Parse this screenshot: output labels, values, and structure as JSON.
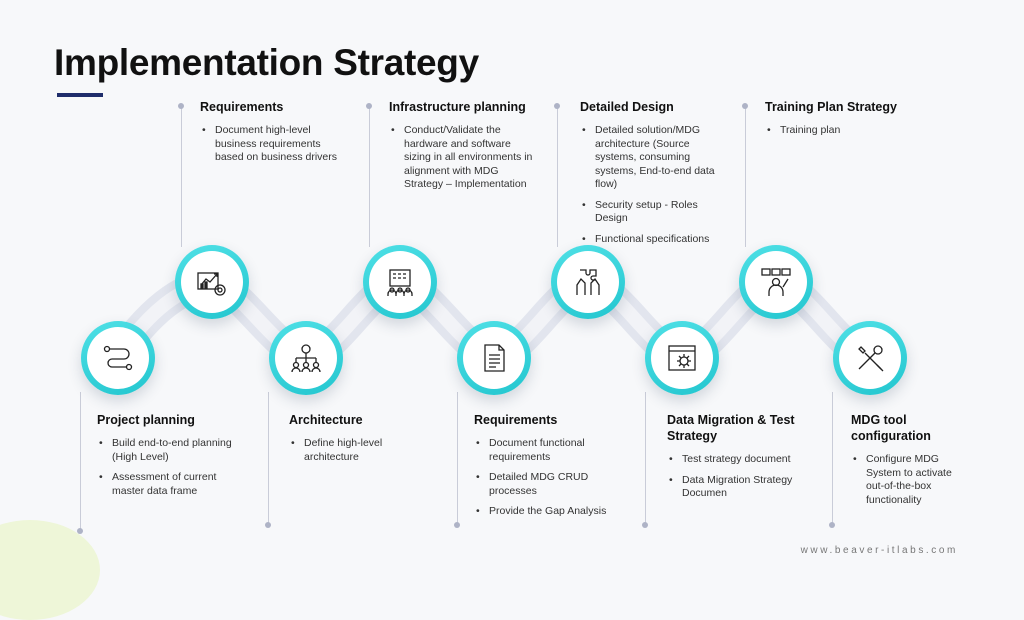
{
  "title": "Implementation Strategy",
  "footer": "www.beaver-itlabs.com",
  "colors": {
    "accent": "#23c6cf",
    "title_bar": "#1f2d6b"
  },
  "top_steps": [
    {
      "title": "Requirements",
      "icon": "business-report-icon",
      "bullets": [
        "Document high-level business requirements based on business drivers"
      ]
    },
    {
      "title": "Infrastructure planning",
      "icon": "building-infrastructure-icon",
      "bullets": [
        "Conduct/Validate the hardware and software sizing in all environments in alignment with MDG Strategy – Implementation"
      ]
    },
    {
      "title": "Detailed Design",
      "icon": "puzzle-hands-icon",
      "bullets": [
        "Detailed solution/MDG architecture (Source systems, consuming systems, End-to-end data flow)",
        "Security setup -  Roles Design",
        "Functional specifications"
      ]
    },
    {
      "title": "Training Plan Strategy",
      "icon": "presenter-training-icon",
      "bullets": [
        "Training plan"
      ]
    }
  ],
  "bottom_steps": [
    {
      "title": "Project planning",
      "icon": "workflow-path-icon",
      "bullets": [
        "Build end-to-end planning (High Level)",
        "Assessment of current master data frame"
      ]
    },
    {
      "title": "Architecture",
      "icon": "org-hierarchy-icon",
      "bullets": [
        "Define high-level architecture"
      ]
    },
    {
      "title": "Requirements",
      "icon": "document-icon",
      "bullets": [
        "Document functional requirements",
        "Detailed MDG CRUD processes",
        "Provide the Gap Analysis"
      ]
    },
    {
      "title": "Data Migration & Test Strategy",
      "icon": "window-gear-icon",
      "bullets": [
        "Test strategy document",
        "Data Migration Strategy Documen"
      ]
    },
    {
      "title": "MDG tool configuration",
      "icon": "wrench-screwdriver-icon",
      "bullets": [
        "Configure MDG System to activate out-of-the-box functionality"
      ]
    }
  ]
}
